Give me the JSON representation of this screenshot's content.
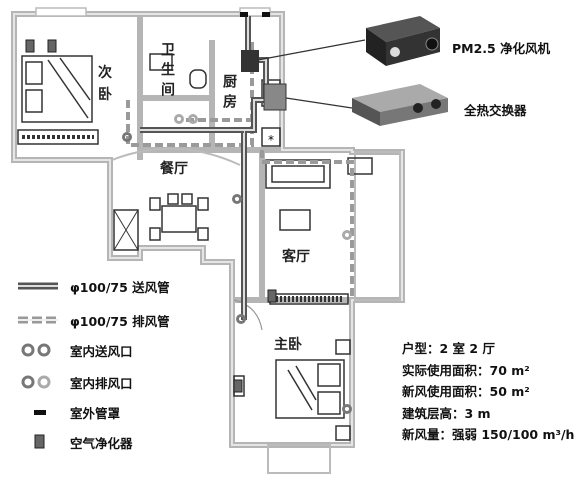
{
  "rooms": {
    "second_bedroom": [
      "次",
      "卧"
    ],
    "bathroom": "卫生间",
    "kitchen": "厨房",
    "dining": "餐厅",
    "living": "客厅",
    "master_bedroom": "主卧"
  },
  "equipment": {
    "pm25_fan": "PM2.5 净化风机",
    "heat_exchanger": "全热交换器"
  },
  "legend": {
    "supply_duct": "φ100/75 送风管",
    "exhaust_duct": "φ100/75 排风管",
    "supply_vent": "室内送风口",
    "exhaust_vent": "室内排风口",
    "outdoor_hood": "室外管罩",
    "air_purifier": "空气净化器"
  },
  "info": {
    "layout": "户型：2 室 2 厅",
    "usable_area": "实际使用面积：70 m²",
    "fresh_air_area": "新风使用面积：50 m²",
    "floor_height": "建筑层高：3 m",
    "air_volume": "新风量：强弱 150/100 m³/h"
  },
  "colors": {
    "wall": "#b5b5b5",
    "supply_duct": "#555555",
    "exhaust_duct": "#9a9a9a",
    "vent": "#777777"
  }
}
